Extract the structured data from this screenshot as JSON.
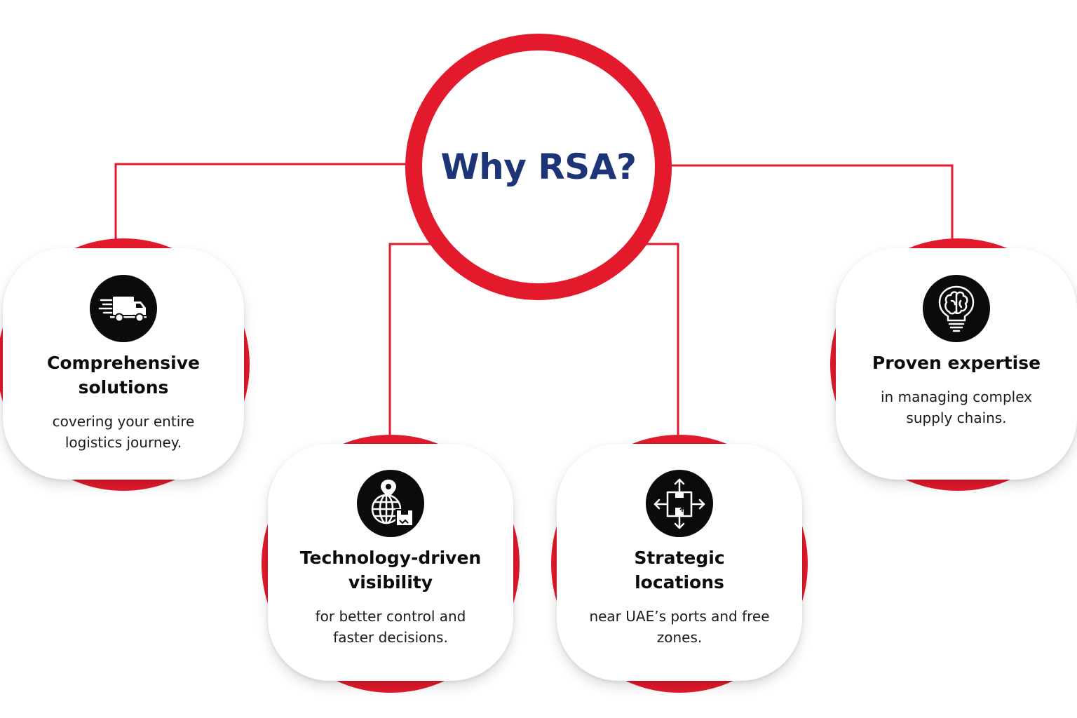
{
  "hub": {
    "title": "Why RSA?"
  },
  "colors": {
    "accent_red": "#e21a2c",
    "title_navy": "#1d3577",
    "icon_black": "#0b0b0b",
    "card_white": "#ffffff"
  },
  "cards": [
    {
      "icon": "delivery-truck-icon",
      "title_line1": "Comprehensive",
      "title_line2": "solutions",
      "desc_line1": "covering your entire",
      "desc_line2": "logistics journey."
    },
    {
      "icon": "globe-location-box-icon",
      "title_line1": "Technology-driven",
      "title_line2": "visibility",
      "desc_line1": "for better control and",
      "desc_line2": "faster decisions."
    },
    {
      "icon": "package-distribution-arrows-icon",
      "title_line1": "Strategic",
      "title_line2": "locations",
      "desc_line1": "near UAE’s ports and free",
      "desc_line2": "zones."
    },
    {
      "icon": "lightbulb-brain-icon",
      "title_line1": "Proven expertise",
      "title_line2": "",
      "desc_line1": "in managing complex",
      "desc_line2": "supply chains."
    }
  ]
}
